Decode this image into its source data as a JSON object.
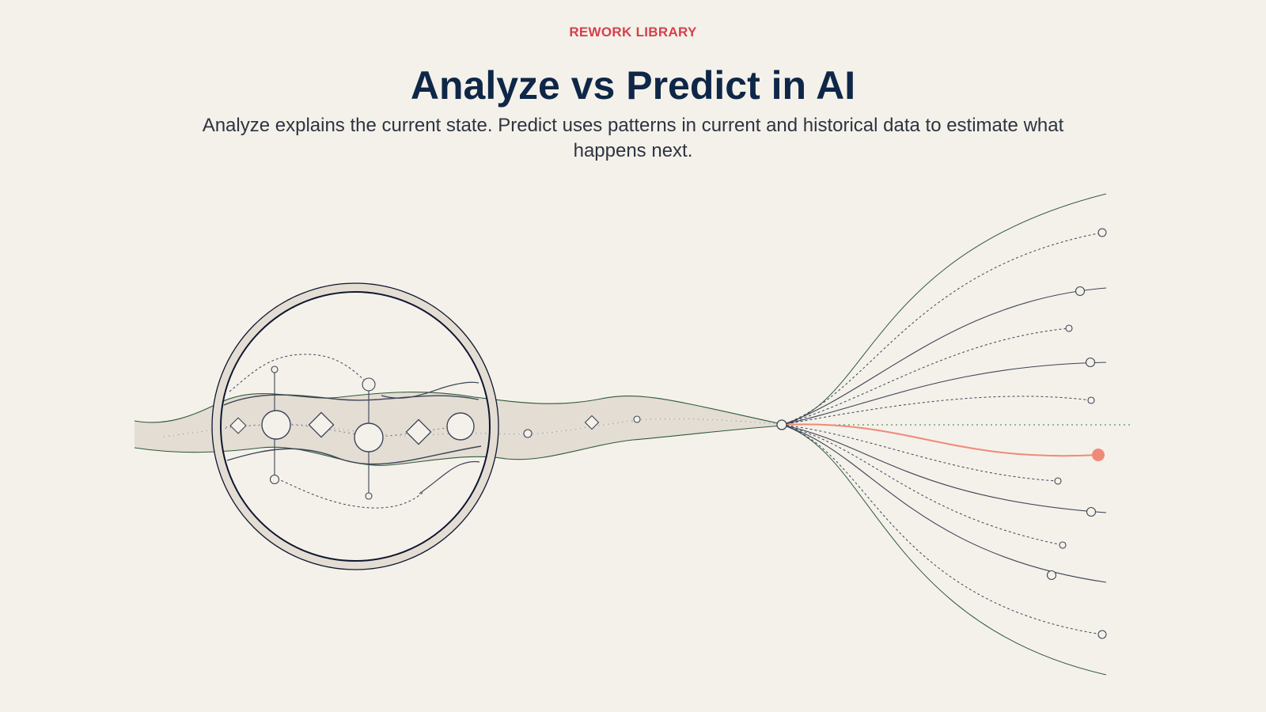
{
  "header": {
    "eyebrow": "REWORK LIBRARY",
    "title": "Analyze vs Predict in AI",
    "subtitle": "Analyze explains the current state. Predict uses patterns in current and historical data to estimate what happens next."
  },
  "colors": {
    "background": "#f4f1ea",
    "eyebrow": "#d6404a",
    "title": "#0f2747",
    "subtitle": "#2d3440",
    "band_fill": "#e3ddd3",
    "band_edge": "#2f5a3a",
    "line": "#3d4458",
    "ring": "#0e1630",
    "highlight": "#f08a78"
  },
  "diagram": {
    "icons": {
      "lens": "magnifier-lens-icon",
      "data_stream": "data-stream-band",
      "decision_point": "branch-node-icon",
      "predicted_outcome": "highlighted-outcome-dot"
    }
  }
}
